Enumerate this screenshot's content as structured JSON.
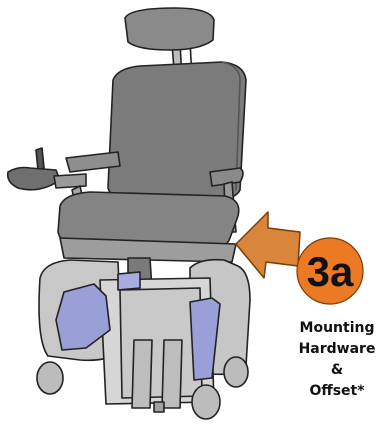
{
  "callout": {
    "badge_label": "3a",
    "caption_lines": [
      "Mounting",
      "Hardware",
      "&",
      "Offset*"
    ]
  },
  "colors": {
    "badge_fill": "#ec7a25",
    "arrow_fill": "#d9853c",
    "seat_gray": "#777777",
    "frame_gray": "#c4c4c4",
    "shroud_blue": "#9b9fd8",
    "outline": "#222222"
  }
}
